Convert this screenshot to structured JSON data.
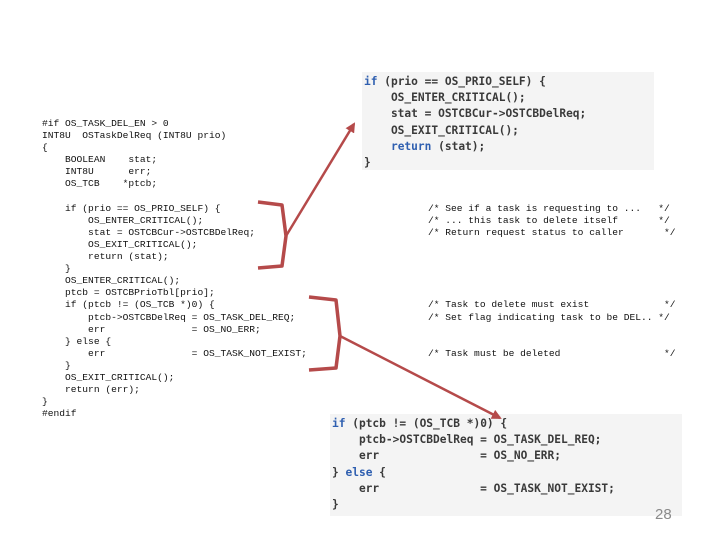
{
  "colors": {
    "annotation": "#b54a4a",
    "keyword": "#2f5fb0",
    "zoom_bg": "#f4f4f4"
  },
  "main_code": [
    {
      "code": "#if OS_TASK_DEL_EN > 0",
      "comment": ""
    },
    {
      "code": "INT8U  OSTaskDelReq (INT8U prio)",
      "comment": ""
    },
    {
      "code": "{",
      "comment": ""
    },
    {
      "code": "    BOOLEAN    stat;",
      "comment": ""
    },
    {
      "code": "    INT8U      err;",
      "comment": ""
    },
    {
      "code": "    OS_TCB    *ptcb;",
      "comment": ""
    },
    {
      "code": "",
      "comment": ""
    },
    {
      "code": "    if (prio == OS_PRIO_SELF) {",
      "comment": "/* See if a task is requesting to ...   */"
    },
    {
      "code": "        OS_ENTER_CRITICAL();",
      "comment": "/* ... this task to delete itself       */"
    },
    {
      "code": "        stat = OSTCBCur->OSTCBDelReq;",
      "comment": "/* Return request status to caller       */"
    },
    {
      "code": "        OS_EXIT_CRITICAL();",
      "comment": ""
    },
    {
      "code": "        return (stat);",
      "comment": ""
    },
    {
      "code": "    }",
      "comment": ""
    },
    {
      "code": "    OS_ENTER_CRITICAL();",
      "comment": ""
    },
    {
      "code": "    ptcb = OSTCBPrioTbl[prio];",
      "comment": ""
    },
    {
      "code": "    if (ptcb != (OS_TCB *)0) {",
      "comment": "/* Task to delete must exist             */"
    },
    {
      "code": "        ptcb->OSTCBDelReq = OS_TASK_DEL_REQ;",
      "comment": "/* Set flag indicating task to be DEL.. */"
    },
    {
      "code": "        err               = OS_NO_ERR;",
      "comment": ""
    },
    {
      "code": "    } else {",
      "comment": ""
    },
    {
      "code": "        err               = OS_TASK_NOT_EXIST;",
      "comment": "/* Task must be deleted                  */"
    },
    {
      "code": "    }",
      "comment": ""
    },
    {
      "code": "    OS_EXIT_CRITICAL();",
      "comment": ""
    },
    {
      "code": "    return (err);",
      "comment": ""
    },
    {
      "code": "}",
      "comment": ""
    },
    {
      "code": "#endif",
      "comment": ""
    }
  ],
  "zoom_top": [
    "if (prio == OS_PRIO_SELF) {",
    "    OS_ENTER_CRITICAL();",
    "    stat = OSTCBCur->OSTCBDelReq;",
    "    OS_EXIT_CRITICAL();",
    "    return (stat);",
    "}"
  ],
  "zoom_bottom": [
    "if (ptcb != (OS_TCB *)0) {",
    "    ptcb->OSTCBDelReq = OS_TASK_DEL_REQ;",
    "    err               = OS_NO_ERR;",
    "} else {",
    "    err               = OS_TASK_NOT_EXIST;",
    "}"
  ],
  "page_number": "28"
}
